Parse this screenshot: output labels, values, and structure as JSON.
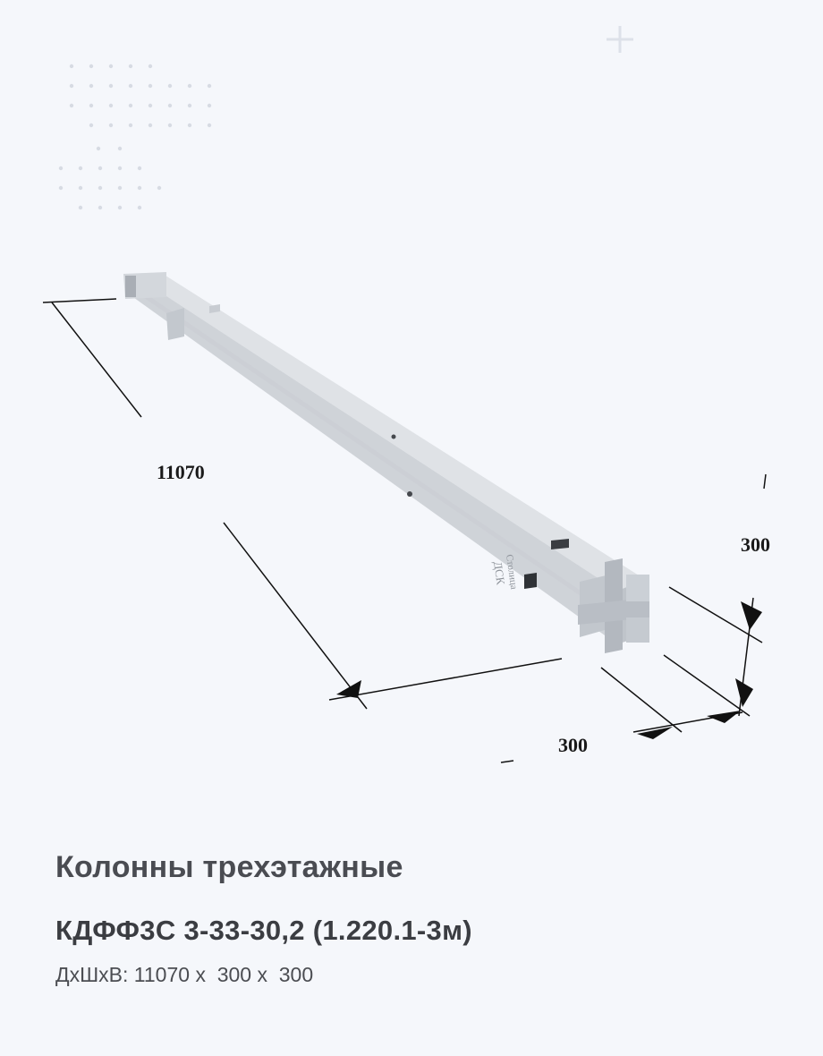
{
  "drawing": {
    "length_label": "11070",
    "width_label": "300",
    "height_label": "300",
    "brand_text_line1": "ДСК",
    "brand_text_line2": "Столица"
  },
  "product": {
    "category": "Колонны трехэтажные",
    "model": "КДФФ3С 3-33-30,2 (1.220.1-3м)",
    "dims_prefix": "ДхШхВ:",
    "length": "11070",
    "width": "300",
    "height": "300",
    "separator": "x"
  },
  "colors": {
    "background": "#f5f7fb",
    "concrete_top": "#dfe2e6",
    "concrete_side": "#c7cbd1",
    "concrete_dark": "#b3b8bf",
    "dim_line": "#111111",
    "dots": "#d7dbe3"
  }
}
